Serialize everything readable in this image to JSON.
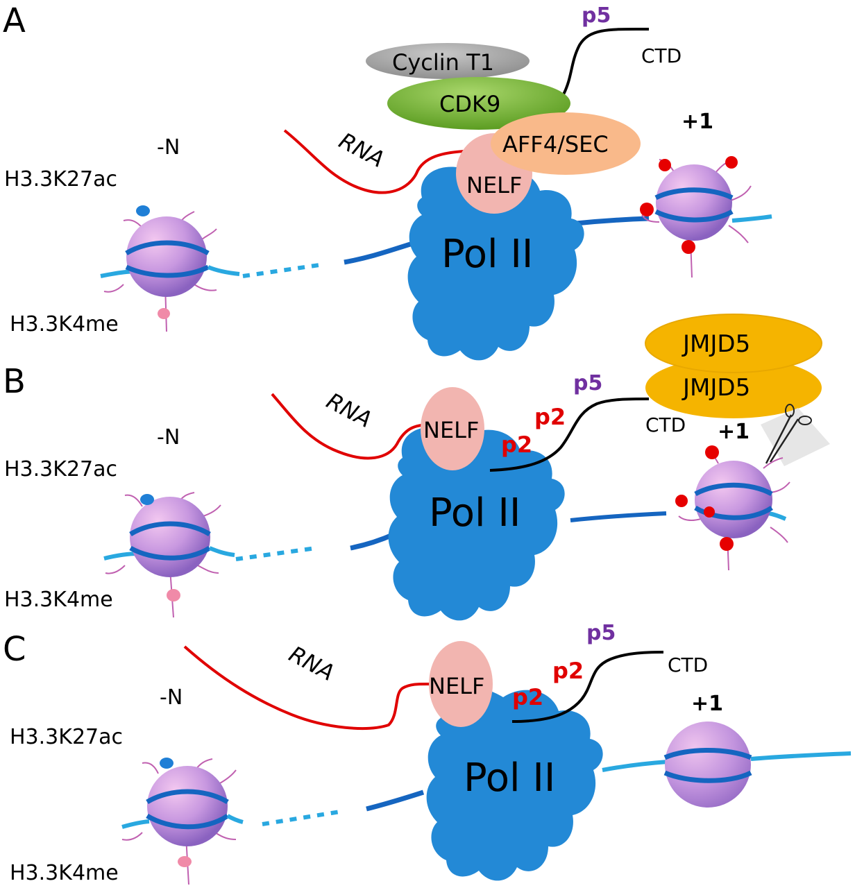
{
  "panels": [
    {
      "letter": "A",
      "neg_n": "-N",
      "k27ac": "H3.3K27ac",
      "k4me": "H3.3K4me",
      "rna": "RNA",
      "nelf": "NELF",
      "pol": "Pol II",
      "ctd": "CTD",
      "p5": "p5",
      "plus1": "+1",
      "cyclin": "Cyclin T1",
      "cdk9": "CDK9",
      "aff4": "AFF4/SEC"
    },
    {
      "letter": "B",
      "neg_n": "-N",
      "k27ac": "H3.3K27ac",
      "k4me": "H3.3K4me",
      "rna": "RNA",
      "nelf": "NELF",
      "pol": "Pol II",
      "ctd": "CTD",
      "p5": "p5",
      "p2a": "p2",
      "p2b": "p2",
      "plus1": "+1",
      "jmjd5_top": "JMJD5",
      "jmjd5_bottom": "JMJD5",
      "scissors_icon": "scissors-icon"
    },
    {
      "letter": "C",
      "neg_n": "-N",
      "k27ac": "H3.3K27ac",
      "k4me": "H3.3K4me",
      "rna": "RNA",
      "nelf": "NELF",
      "pol": "Pol II",
      "ctd": "CTD",
      "p5": "p5",
      "p2a": "p2",
      "p2b": "p2",
      "plus1": "+1"
    }
  ],
  "colors": {
    "pol_ii": "#2389d6",
    "dna_dark": "#1565c0",
    "dna_light": "#29a8e0",
    "rna": "#e00000",
    "ctd": "#000000",
    "nelf": "#f2b5b0",
    "cyclin": "#a6a6a6",
    "cdk9": "#70ad2f",
    "aff4": "#f9b98a",
    "jmjd5": "#f5b400",
    "nucleosome": "#c898e0",
    "acetyl_mark": "#1f7fd6",
    "methyl_mark": "#f08aa8",
    "red_mark": "#e60000",
    "p2_label": "#e00000",
    "p5_label": "#7030a0"
  }
}
